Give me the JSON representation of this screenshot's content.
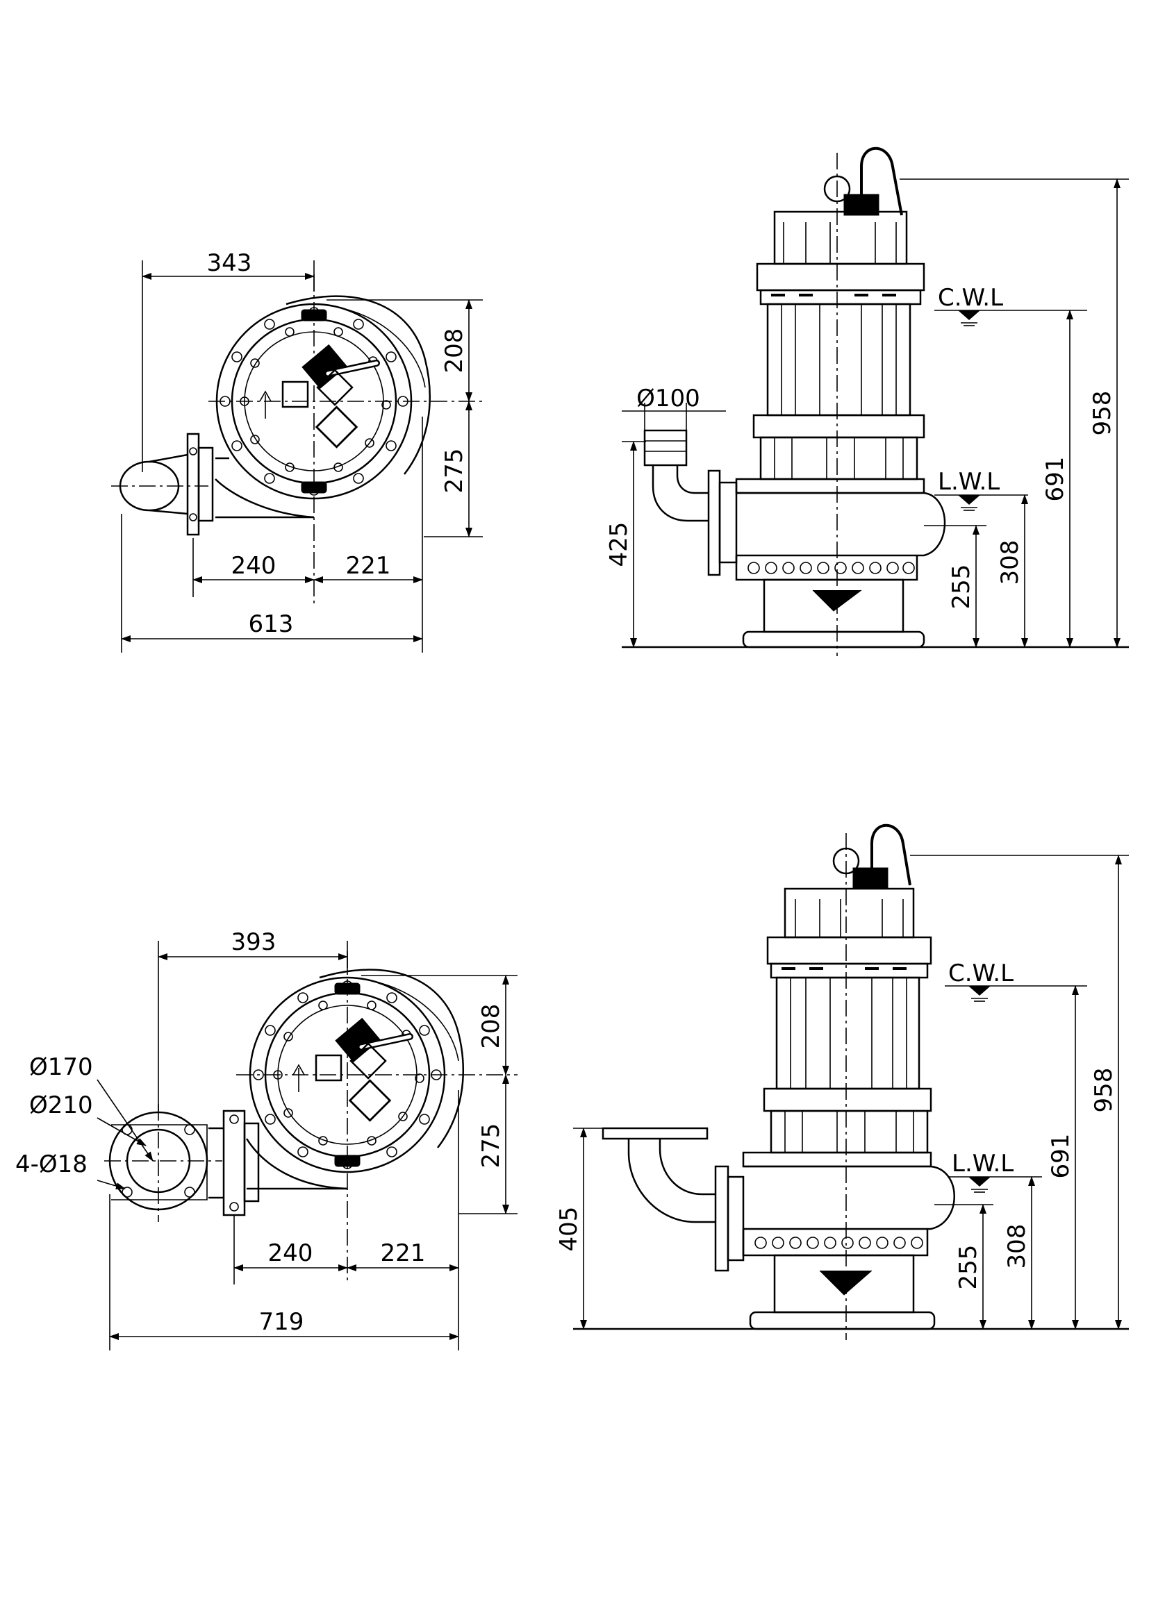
{
  "drawing": {
    "view1": {
      "plan": {
        "width_top": "343",
        "height_upper": "208",
        "height_lower": "275",
        "left_span": "240",
        "right_span": "221",
        "overall_width": "613"
      },
      "elevation": {
        "outlet_diameter": "Ø100",
        "outlet_height": "425",
        "cwl_label": "C.W.L",
        "lwl_label": "L.W.L",
        "overall_height": "958",
        "cwl_height": "691",
        "lwl_height": "308",
        "intake_height": "255"
      }
    },
    "view2": {
      "plan": {
        "width_top": "393",
        "height_upper": "208",
        "height_lower": "275",
        "left_span": "240",
        "right_span": "221",
        "overall_width": "719",
        "flange_inner": "Ø170",
        "flange_bolt_circle": "Ø210",
        "flange_holes": "4-Ø18"
      },
      "elevation": {
        "outlet_height": "405",
        "cwl_label": "C.W.L",
        "lwl_label": "L.W.L",
        "overall_height": "958",
        "cwl_height": "691",
        "lwl_height": "308",
        "intake_height": "255"
      }
    }
  }
}
